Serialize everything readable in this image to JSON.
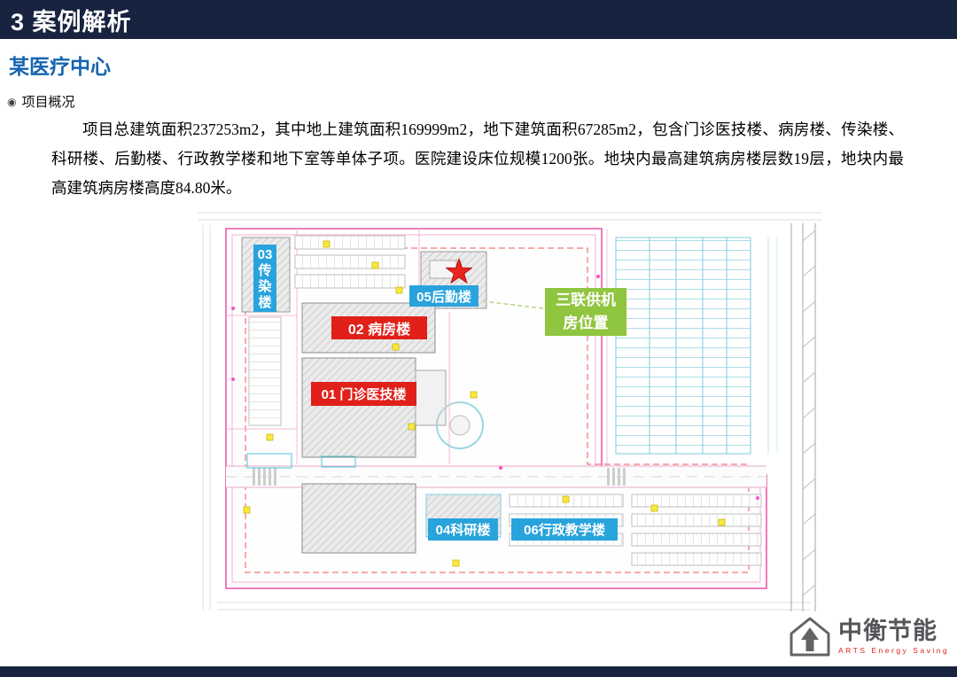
{
  "header": {
    "title": "3 案例解析"
  },
  "content": {
    "subtitle": "某医疗中心",
    "section": {
      "bullet_icon": "◉",
      "label": "项目概况"
    },
    "paragraph": "项目总建筑面积237253m2，其中地上建筑面积169999m2，地下建筑面积67285m2，包含门诊医技楼、病房楼、传染楼、科研楼、后勤楼、行政教学楼和地下室等单体子项。医院建设床位规模1200张。地块内最高建筑病房楼层数19层，地块内最高建筑病房楼高度84.80米。"
  },
  "siteplan": {
    "labels": {
      "infectious": {
        "text": "03 传染楼",
        "color": "#29a3dc"
      },
      "logistics": {
        "text": "05后勤楼",
        "color": "#29a3dc"
      },
      "ward": {
        "text": "02 病房楼",
        "color": "#e02019"
      },
      "outpatient": {
        "text": "01 门诊医技楼",
        "color": "#e02019"
      },
      "plant_room": {
        "text": "三联供机房位置",
        "color": "#90c53f"
      },
      "research": {
        "text": "04科研楼",
        "color": "#29a3dc"
      },
      "admin": {
        "text": "06行政教学楼",
        "color": "#29a3dc"
      }
    },
    "marker": {
      "shape": "star",
      "color": "#e8251f"
    }
  },
  "logo": {
    "name": "中衡节能",
    "tagline": "ARTS Energy Saving",
    "accent_color": "#e02019"
  },
  "colors": {
    "header_bar": "#17233f",
    "subtitle_blue": "#1565b0",
    "label_blue": "#29a3dc",
    "label_red": "#e02019",
    "label_green": "#90c53f"
  }
}
